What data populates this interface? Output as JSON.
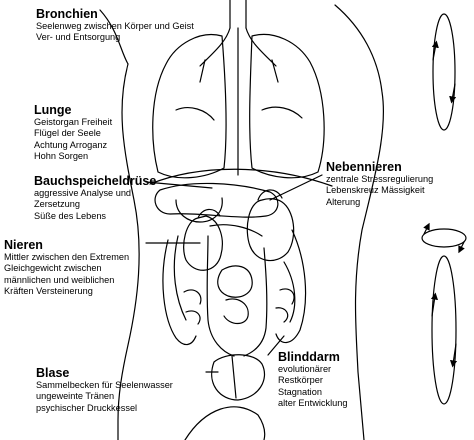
{
  "labels": {
    "bronchien": {
      "title": "Bronchien",
      "lines": [
        "Seelenweg zwischen Körper und Geist",
        "Ver- und Entsorgung"
      ]
    },
    "lunge": {
      "title": "Lunge",
      "lines": [
        "Geistorgan Freiheit",
        "Flügel der Seele",
        "Achtung Arroganz",
        "Hohn Sorgen"
      ]
    },
    "bauchspeicheldruese": {
      "title": "Bauchspeicheldrüse",
      "lines": [
        "aggressive Analyse und",
        "Zersetzung",
        "Süße des Lebens"
      ]
    },
    "nebennieren": {
      "title": "Nebennieren",
      "lines": [
        "zentrale Stressregulierung",
        "Lebenskreuz Mässigkeit",
        "Alterung"
      ]
    },
    "nieren": {
      "title": "Nieren",
      "lines": [
        "Mittler zwischen den Extremen",
        "Gleichgewicht zwischen",
        "männlichen und weiblichen",
        "Kräften Versteinerung"
      ]
    },
    "blinddarm": {
      "title": "Blinddarm",
      "lines": [
        "evolutionärer",
        "Restkörper",
        "Stagnation",
        "alter Entwicklung"
      ]
    },
    "blase": {
      "title": "Blase",
      "lines": [
        "Sammelbecken für Seelenwasser",
        "ungeweinte Tränen",
        "psychischer Druckkessel"
      ]
    }
  },
  "colors": {
    "ink": "#000000",
    "background": "#ffffff"
  },
  "icons": [
    "rotation-arrow-top-icon",
    "rotation-arrow-middle-icon",
    "rotation-arrow-bottom-icon"
  ]
}
